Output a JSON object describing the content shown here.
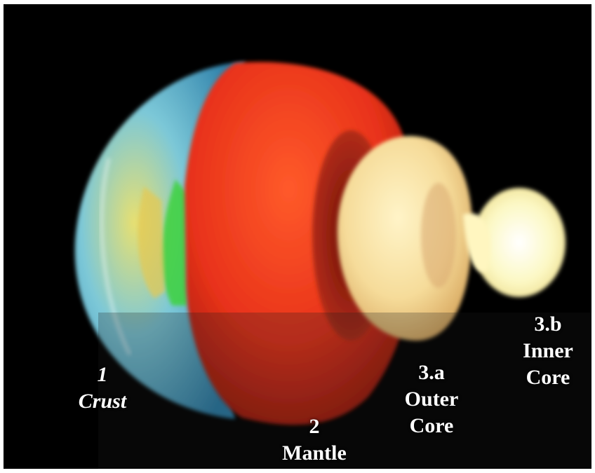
{
  "labels": {
    "crust": {
      "number": "1",
      "name": "Crust"
    },
    "mantle": {
      "number": "2",
      "name": "Mantle"
    },
    "outer_core": {
      "number": "3.a",
      "name_line1": "Outer",
      "name_line2": "Core"
    },
    "inner_core": {
      "number": "3.b",
      "name_line1": "Inner",
      "name_line2": "Core"
    }
  },
  "colors": {
    "background": "#000000",
    "frame": "#ffffff",
    "crust": "#58b8d8",
    "crust_land": "#3cd23c",
    "mantle": "#e83a1a",
    "outer_core": "#f6dc9a",
    "inner_core": "#fcf8c4",
    "label_text": "#ffffff"
  }
}
